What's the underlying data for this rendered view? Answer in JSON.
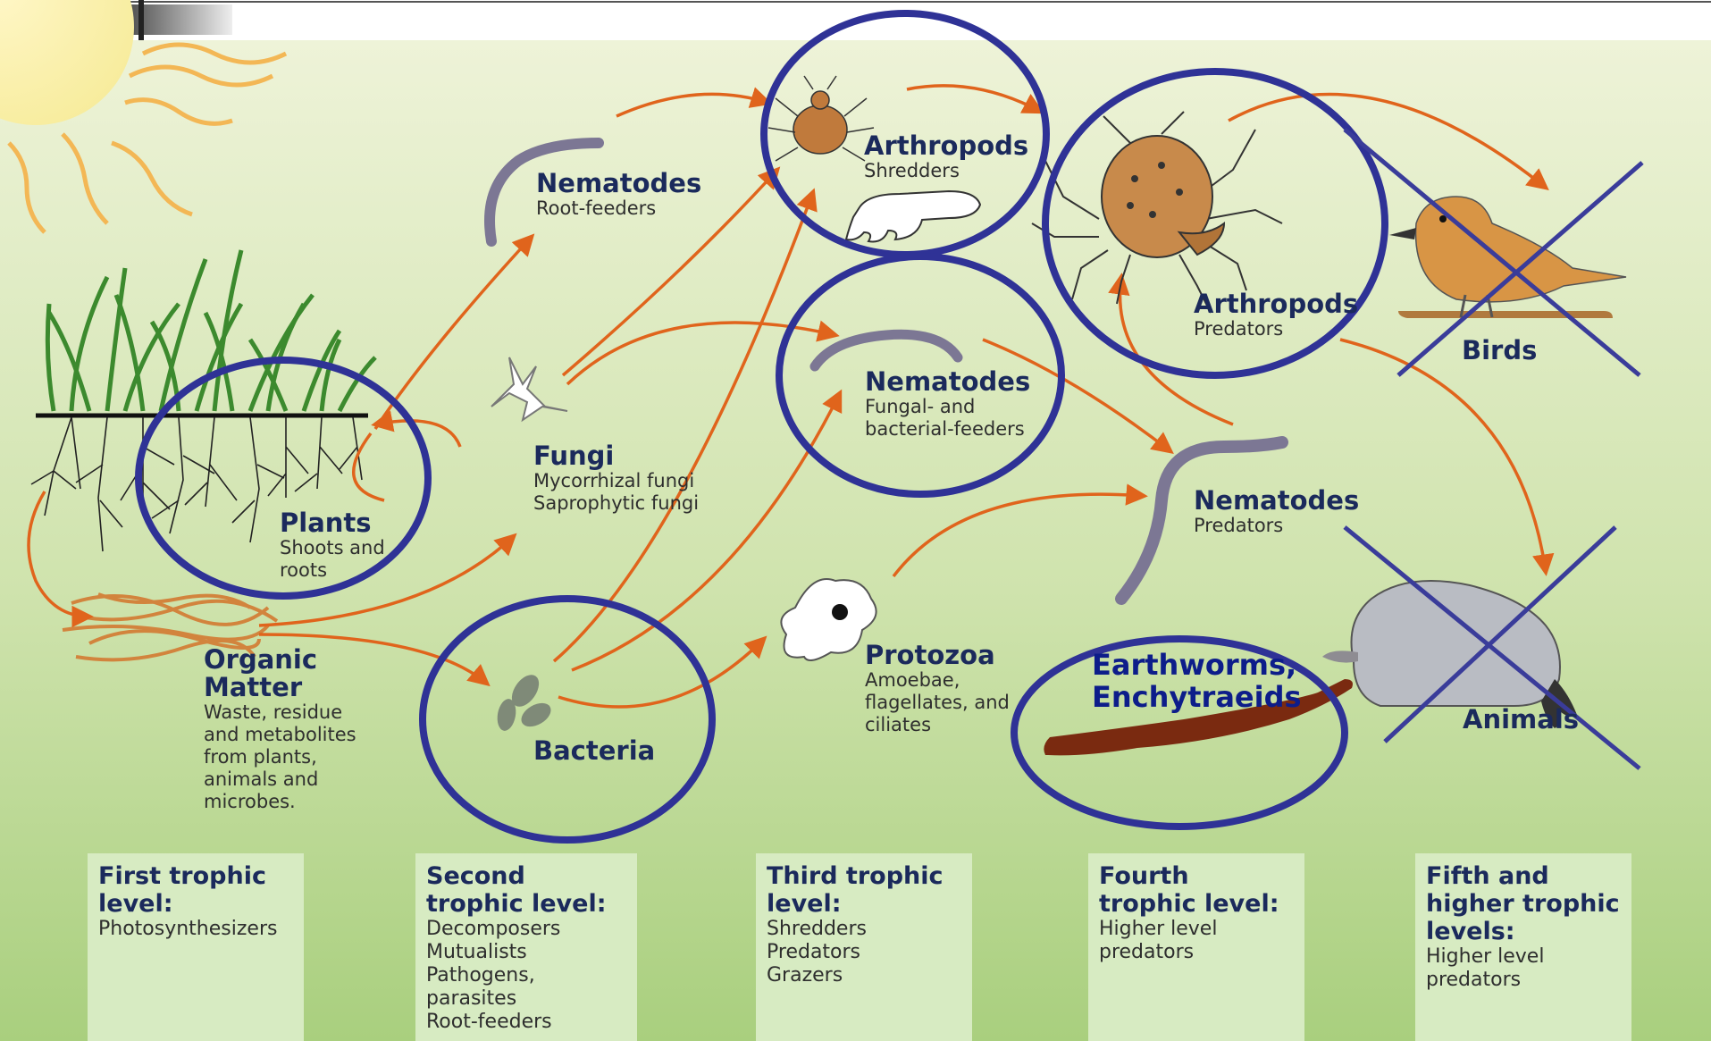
{
  "organisms": {
    "plants": {
      "title": "Plants",
      "subtitle": "Shoots and roots"
    },
    "organic_matter": {
      "title": "Organic Matter",
      "subtitle": "Waste, residue and metabolites from plants, animals and microbes."
    },
    "nematodes_root": {
      "title": "Nematodes",
      "subtitle": "Root-feeders"
    },
    "fungi": {
      "title": "Fungi",
      "subtitle": [
        "Mycorrhizal fungi",
        "Saprophytic fungi"
      ]
    },
    "bacteria": {
      "title": "Bacteria"
    },
    "arthropods_shredders": {
      "title": "Arthropods",
      "subtitle": "Shredders"
    },
    "nematodes_fungal": {
      "title": "Nematodes",
      "subtitle": "Fungal- and bacterial-feeders"
    },
    "protozoa": {
      "title": "Protozoa",
      "subtitle": "Amoebae, flagellates, and ciliates"
    },
    "arthropods_predators": {
      "title": "Arthropods",
      "subtitle": "Predators"
    },
    "nematodes_predators": {
      "title": "Nematodes",
      "subtitle": "Predators"
    },
    "birds": {
      "title": "Birds"
    },
    "animals": {
      "title": "Animals"
    },
    "earthworms": {
      "title_line1": "Earthworms,",
      "title_line2": "Enchytraeids"
    }
  },
  "trophic_levels": [
    {
      "heading": "First trophic level:",
      "items": [
        "Photosynthesizers"
      ]
    },
    {
      "heading": "Second trophic level:",
      "items": [
        "Decomposers",
        "Mutualists",
        "Pathogens, parasites",
        "Root-feeders"
      ]
    },
    {
      "heading": "Third trophic level:",
      "items": [
        "Shredders",
        "Predators",
        "Grazers"
      ]
    },
    {
      "heading": "Fourth trophic level:",
      "items": [
        "Higher level predators"
      ]
    },
    {
      "heading": "Fifth and higher trophic levels:",
      "items": [
        "Higher level predators"
      ]
    }
  ],
  "colors": {
    "arrow": "#e0641c",
    "highlight_circle": "#2f3296",
    "cross_out": "#3a3c9a",
    "background_top": "#eef3d8",
    "background_bottom": "#a9cf7e",
    "earthworm": "#7a2a10"
  },
  "icons": [
    "sun-icon",
    "grass-icon",
    "worm-icon",
    "fungi-icon",
    "bacteria-icon",
    "mite-icon",
    "hand-icon",
    "amoeba-icon",
    "bird-icon",
    "mole-icon",
    "earthworm-icon"
  ]
}
